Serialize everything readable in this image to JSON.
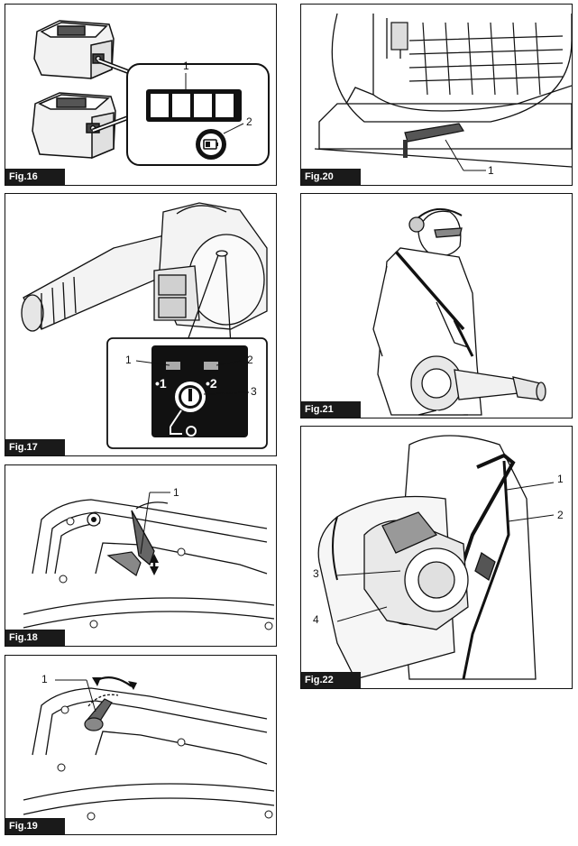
{
  "figures": {
    "fig16": {
      "label": "Fig.16",
      "callouts": [
        "1",
        "2"
      ]
    },
    "fig17": {
      "label": "Fig.17",
      "callouts": [
        "1",
        "2",
        "3"
      ],
      "panel_marks": {
        "one": "•1",
        "two": "•2"
      }
    },
    "fig18": {
      "label": "Fig.18",
      "callouts": [
        "1"
      ]
    },
    "fig19": {
      "label": "Fig.19",
      "callouts": [
        "1"
      ]
    },
    "fig20": {
      "label": "Fig.20",
      "callouts": [
        "1"
      ]
    },
    "fig21": {
      "label": "Fig.21"
    },
    "fig22": {
      "label": "Fig.22",
      "callouts": [
        "1",
        "2",
        "3",
        "4"
      ]
    }
  }
}
